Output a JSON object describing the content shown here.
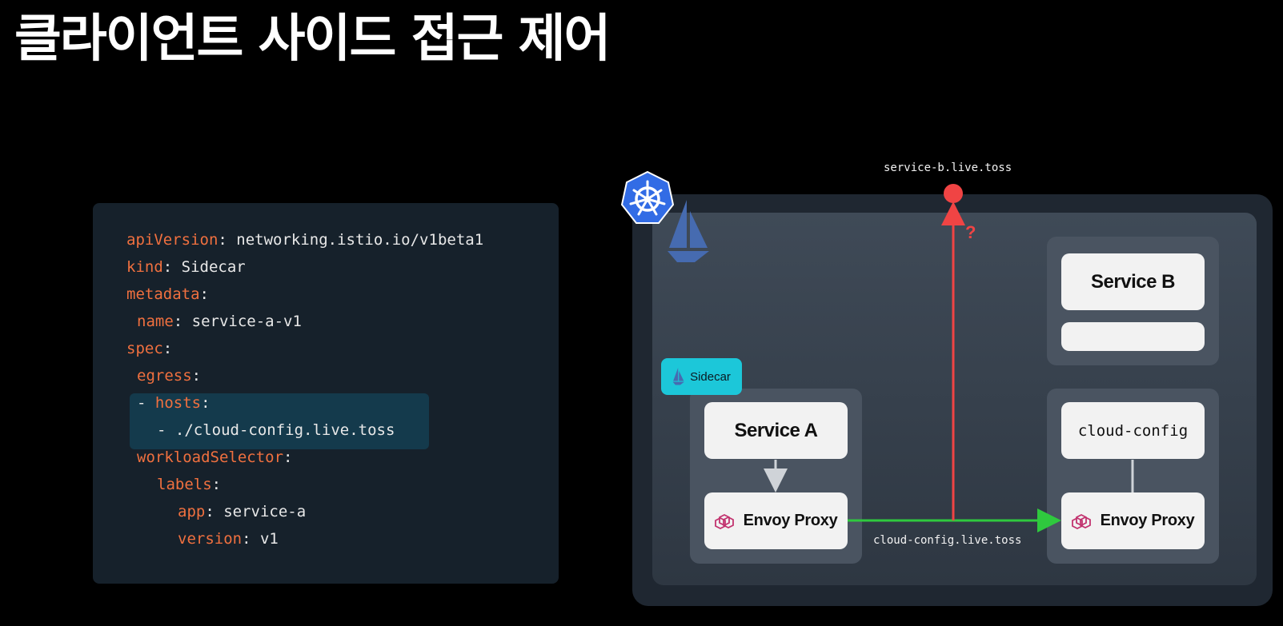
{
  "title": "클라이언트 사이드 접근 제어",
  "code": {
    "lines": [
      {
        "key": "apiVersion",
        "sep": ": ",
        "value": "networking.istio.io/v1beta1"
      },
      {
        "key": "kind",
        "sep": ": ",
        "value": "Sidecar"
      },
      {
        "key": "metadata",
        "sep": ":",
        "value": ""
      },
      {
        "key": "name",
        "sep": ": ",
        "value": "service-a-v1"
      },
      {
        "key": "spec",
        "sep": ":",
        "value": ""
      },
      {
        "key": "egress",
        "sep": ":",
        "value": ""
      },
      {
        "prefix": "- ",
        "key": "hosts",
        "sep": ":",
        "value": ""
      },
      {
        "prefix": "- ",
        "key": "",
        "sep": "",
        "value": "./cloud-config.live.toss"
      },
      {
        "key": "workloadSelector",
        "sep": ":",
        "value": ""
      },
      {
        "key": "labels",
        "sep": ":",
        "value": ""
      },
      {
        "key": "app",
        "sep": ": ",
        "value": "service-a"
      },
      {
        "key": "version",
        "sep": ": ",
        "value": "v1"
      }
    ]
  },
  "diagram": {
    "external_host": "service-b.live.toss",
    "question": "?",
    "sidecar_badge": "Sidecar",
    "service_a": "Service A",
    "service_b": "Service B",
    "cloud_config": "cloud-config",
    "envoy_a": "Envoy Proxy",
    "envoy_b": "Envoy Proxy",
    "allowed_host": "cloud-config.live.toss"
  },
  "colors": {
    "key": "#f0703f",
    "allowed_flow": "#2fc93e",
    "blocked_flow": "#f04444",
    "sidecar": "#1cc7d9",
    "kubernetes": "#326ce5",
    "istio": "#466bb0",
    "envoy": "#c2336f"
  },
  "icons": [
    "kubernetes-icon",
    "istio-sail-icon",
    "envoy-icon"
  ]
}
